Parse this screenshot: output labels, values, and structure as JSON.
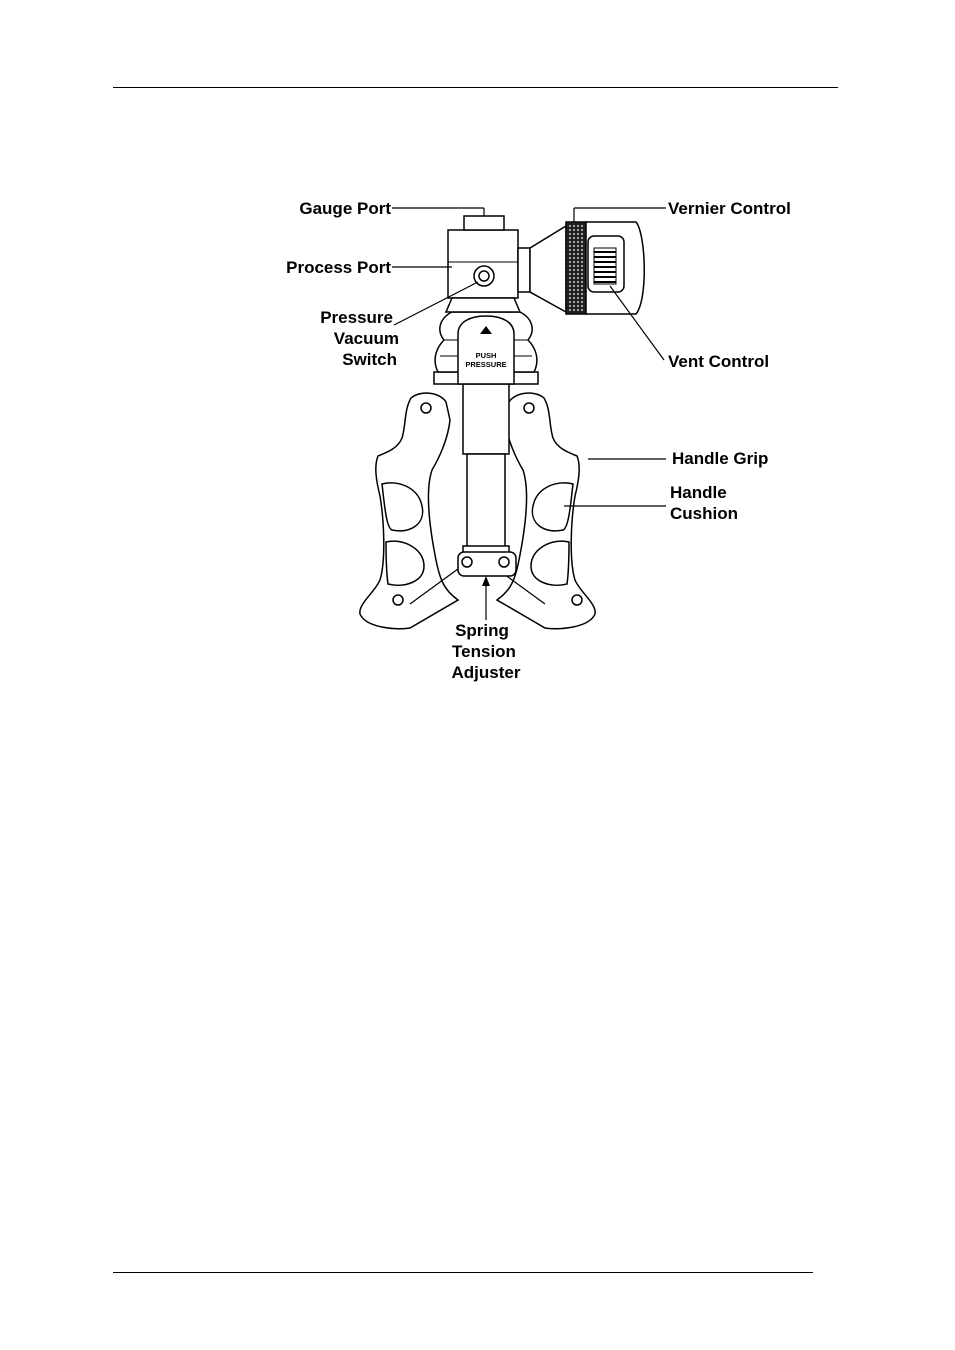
{
  "diagram": {
    "labels": {
      "gauge_port": "Gauge Port",
      "process_port": "Process Port",
      "pressure_vacuum_switch": [
        "Pressure",
        "Vacuum",
        "Switch"
      ],
      "vernier_control": "Vernier Control",
      "vent_control": "Vent Control",
      "handle_grip": "Handle Grip",
      "handle_cushion": [
        "Handle",
        "Cushion"
      ],
      "spring_tension_adjuster": [
        "Spring",
        "Tension",
        "Adjuster"
      ]
    },
    "switch_text": [
      "PUSH",
      "PRESSURE"
    ]
  }
}
